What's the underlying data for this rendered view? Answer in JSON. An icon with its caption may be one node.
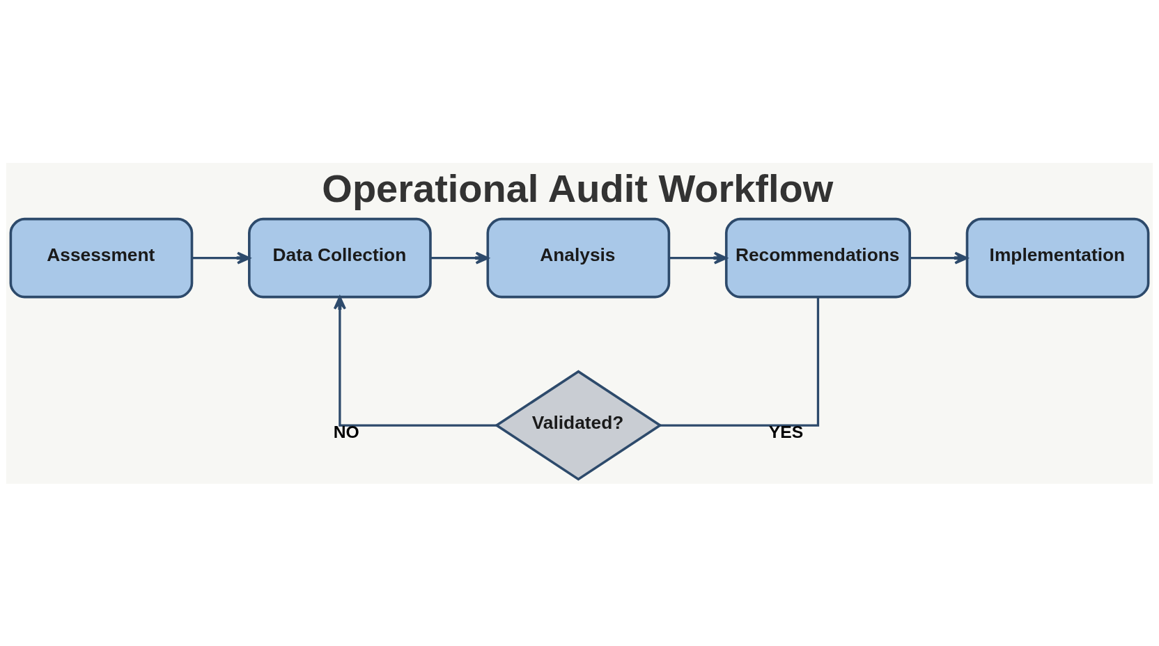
{
  "diagram": {
    "title": "Operational Audit Workflow",
    "nodes": [
      {
        "text": [
          "Assessment"
        ]
      },
      {
        "text": [
          "Data Collection"
        ]
      },
      {
        "text": [
          "Analysis"
        ]
      },
      {
        "text": [
          "Recommendations"
        ]
      },
      {
        "text": [
          "Implementation"
        ]
      },
      {
        "text": [
          "Validated?"
        ]
      }
    ],
    "edges": [
      {
        "from": 0,
        "to": 1,
        "arrow": "to"
      },
      {
        "from": 1,
        "to": 2,
        "arrow": "to"
      },
      {
        "from": 2,
        "to": 3,
        "arrow": "to"
      },
      {
        "from": 3,
        "to": 4,
        "arrow": "to"
      },
      {
        "from": 3,
        "to": 5,
        "arrow": "none",
        "label": "YES"
      },
      {
        "from": 5,
        "to": 1,
        "arrow": "to",
        "label": "NO"
      }
    ]
  }
}
